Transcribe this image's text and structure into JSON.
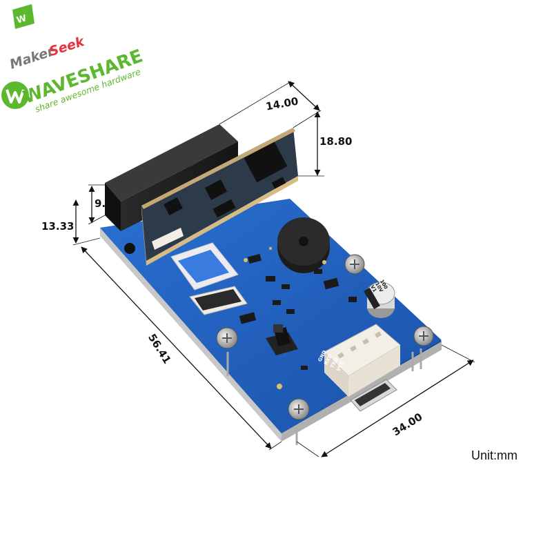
{
  "logo": {
    "maker_a": "Maker",
    "maker_b": "Seek",
    "brand": "WAVESHARE",
    "tagline": "share awesome hardware"
  },
  "dimensions": {
    "top_width": "14.00",
    "top_height": "18.80",
    "scanner_height": "9.50",
    "total_height": "13.33",
    "length": "56.41",
    "width": "34.00"
  },
  "silkscreen": {
    "gnd": "GND",
    "rxd": "RXD",
    "txd": "TXD",
    "vcc": "VCC",
    "cap_value": "100",
    "cap_voltage": "10V",
    "cap_series": "V1"
  },
  "unit_label": "Unit:mm",
  "colors": {
    "pcb_blue": "#1f5fbf",
    "pcb_dark": "#1a4fa8",
    "brand_green": "#5cb82e",
    "maker_red": "#e8323c"
  }
}
